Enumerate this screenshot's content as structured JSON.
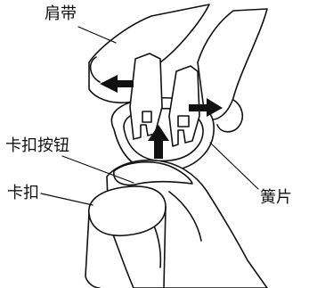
{
  "labels": {
    "shoulder_strap": "肩带",
    "buckle_button": "卡扣按钮",
    "reed": "簧片",
    "buckle": "卡扣"
  },
  "colors": {
    "line": "#111111",
    "arrow": "#111111",
    "background": "#ffffff"
  }
}
